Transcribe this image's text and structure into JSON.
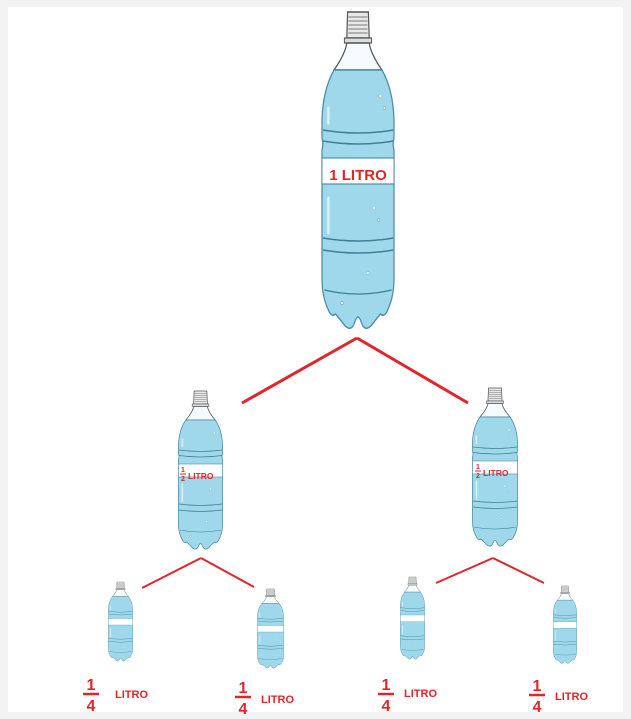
{
  "labels": {
    "big": "1 LITRO",
    "half_num": "1",
    "half_den": "2",
    "half_unit": "LITRO",
    "quarter_num": "1",
    "quarter_den": "4",
    "quarter_unit": "LITRO"
  },
  "bottles": {
    "full": {
      "amount": "1 litro",
      "count": 1
    },
    "half": {
      "amount": "1/2 litro",
      "count": 2
    },
    "quarter": {
      "amount": "1/4 litro",
      "count": 4
    }
  },
  "colors": {
    "water": "#9ed8ea",
    "water_dark": "#6fbcd6",
    "cap": "#e8e8e8",
    "outline": "#555555",
    "accent": "#e0262b",
    "background": "#f3f3f3",
    "panel": "#ffffff"
  }
}
